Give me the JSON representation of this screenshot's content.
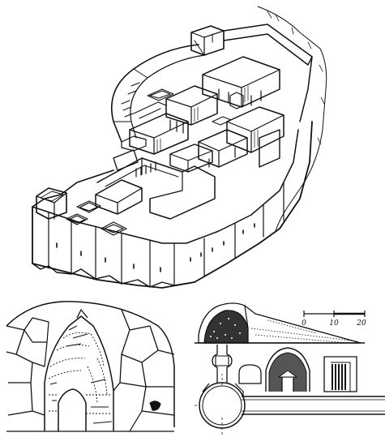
{
  "figures": {
    "citadel": {
      "description_icon": "citadel-axonometric-drawing"
    },
    "gallery": {
      "description_icon": "corbelled-gallery-drawing"
    },
    "tholos": {
      "description_icon": "tholos-tomb-section-plan"
    }
  },
  "scale_bar": {
    "ticks": [
      "0",
      "10",
      "20"
    ]
  },
  "colors": {
    "ink": "#111111",
    "paper": "#ffffff"
  }
}
